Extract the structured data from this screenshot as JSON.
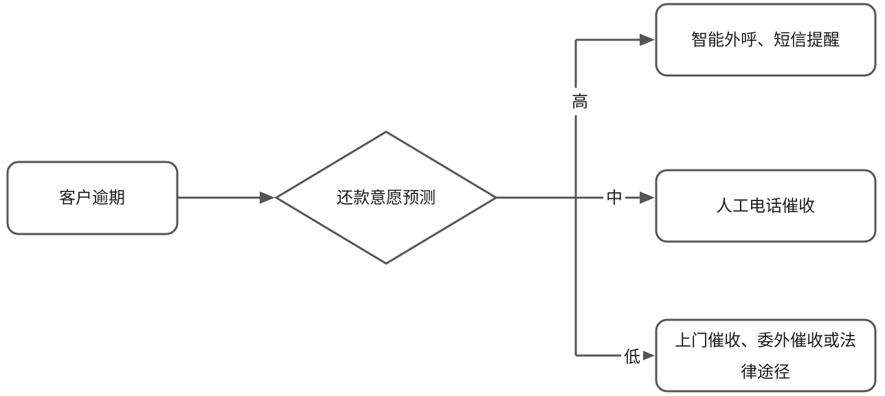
{
  "nodes": {
    "overdue": "客户逾期",
    "decision": "还款意愿预测",
    "high_action": "智能外呼、短信提醒",
    "medium_action": "人工电话催收",
    "low_action_line1": "上门催收、委外催收或法",
    "low_action_line2": "律途径"
  },
  "edges": {
    "high": "高",
    "medium": "中",
    "low": "低"
  },
  "colors": {
    "stroke": "#555555",
    "text": "#1a1a1a",
    "background": "#ffffff"
  }
}
